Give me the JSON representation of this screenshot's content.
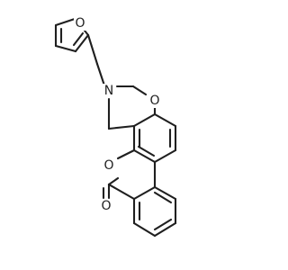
{
  "molecule": {
    "atom_labels": {
      "furan_oxygen": "O",
      "amine_nitrogen": "N",
      "oxazine_oxygen": "O",
      "lactone_ring_oxygen": "O",
      "carbonyl_oxygen": "O"
    },
    "colors": {
      "bond": "#1f1f1f",
      "label": "#1f1f1f",
      "background": "#ffffff"
    }
  }
}
